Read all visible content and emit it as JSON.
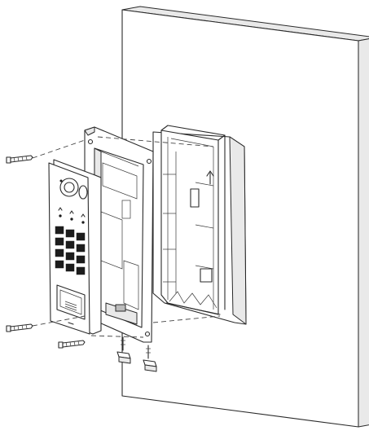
{
  "diagram": {
    "type": "exploded-installation-view",
    "components": [
      "wall",
      "flush-mount-back-box",
      "mounting-frame",
      "door-station-panel",
      "screw-top-left",
      "screw-bottom-left",
      "screw-bottom-center",
      "anchor-left",
      "anchor-right"
    ],
    "keypad": {
      "rows": 4,
      "cols": 3
    },
    "colors": {
      "line": "#2a2a2a",
      "shade": "#e9e9e9",
      "background": "#ffffff"
    }
  }
}
